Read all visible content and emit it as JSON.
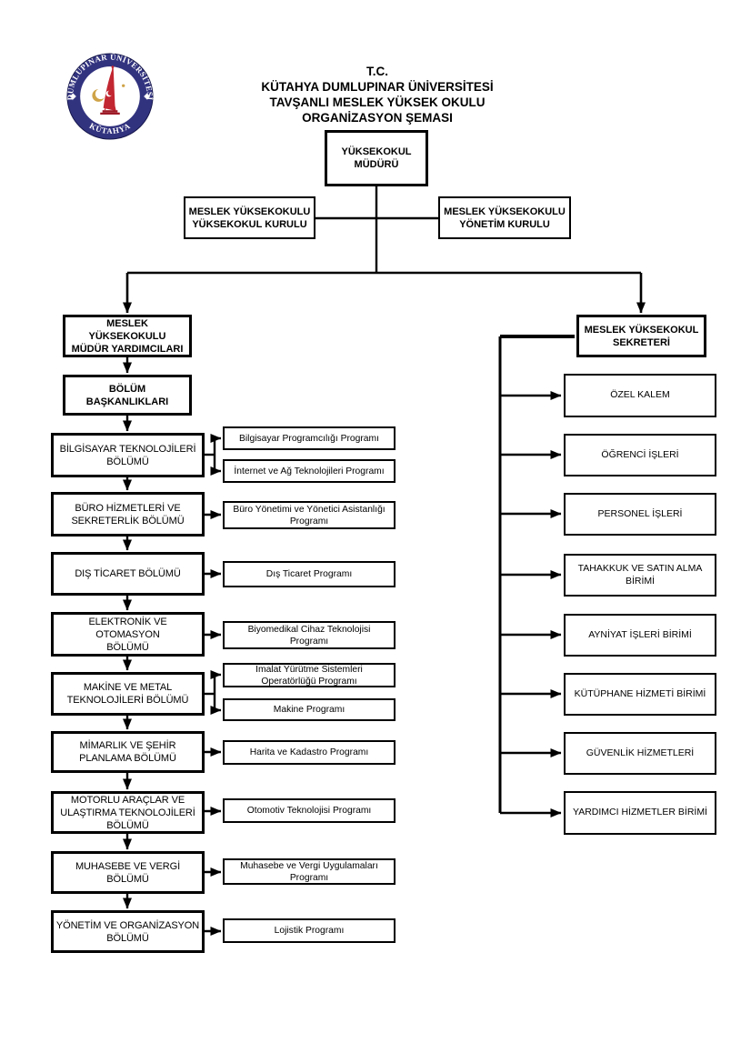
{
  "title": {
    "text": "T.C.\nKÜTAHYA DUMLUPINAR ÜNİVERSİTESİ\nTAVŞANLI MESLEK YÜKSEK OKULU\nORGANİZASYON ŞEMASI"
  },
  "logo": {
    "top_text": "DUMLUPINAR  ÜNİVERSİTESİ",
    "bottom_text": "KÜTAHYA",
    "colors": {
      "ring": "#32337f",
      "emblem_red": "#c22731",
      "base_red": "#9d1b27",
      "gold": "#cfa348"
    }
  },
  "nodes": {
    "director": "YÜKSEKOKUL\nMÜDÜRÜ",
    "school_board": "MESLEK YÜKSEKOKULU\nYÜKSEKOKUL KURULU",
    "management_board": "MESLEK YÜKSEKOKULU\nYÖNETİM KURULU",
    "deputy_directors": "MESLEK YÜKSEKOKULU\nMÜDÜR YARDIMCILARI",
    "department_heads": "BÖLÜM BAŞKANLIKLARI",
    "secretary": "MESLEK YÜKSEKOKUL\nSEKRETERİ"
  },
  "departments": [
    {
      "name": "BİLGİSAYAR TEKNOLOJİLERİ\nBÖLÜMÜ",
      "programs": [
        "Bilgisayar Programcılığı Programı",
        "İnternet ve Ağ Teknolojileri Programı"
      ]
    },
    {
      "name": "BÜRO HİZMETLERİ VE\nSEKRETERLİK BÖLÜMÜ",
      "programs": [
        "Büro Yönetimi ve Yönetici Asistanlığı\nProgramı"
      ]
    },
    {
      "name": "DIŞ TİCARET BÖLÜMÜ",
      "programs": [
        "Dış Ticaret Programı"
      ]
    },
    {
      "name": "ELEKTRONİK VE OTOMASYON\nBÖLÜMÜ",
      "programs": [
        "Biyomedikal Cihaz Teknolojisi\nProgramı"
      ]
    },
    {
      "name": "MAKİNE VE METAL\nTEKNOLOJİLERİ BÖLÜMÜ",
      "programs": [
        "İmalat Yürütme Sistemleri\nOperatörlüğü Programı",
        "Makine Programı"
      ]
    },
    {
      "name": "MİMARLIK VE ŞEHİR\nPLANLAMA BÖLÜMÜ",
      "programs": [
        "Harita ve Kadastro Programı"
      ]
    },
    {
      "name": "MOTORLU ARAÇLAR VE\nULAŞTIRMA TEKNOLOJİLERİ\nBÖLÜMÜ",
      "programs": [
        "Otomotiv Teknolojisi Programı"
      ]
    },
    {
      "name": "MUHASEBE VE VERGİ\nBÖLÜMÜ",
      "programs": [
        "Muhasebe ve Vergi Uygulamaları\nProgramı"
      ]
    },
    {
      "name": "YÖNETİM VE ORGANİZASYON\nBÖLÜMÜ",
      "programs": [
        "Lojistik Programı"
      ]
    }
  ],
  "admin_units": [
    "ÖZEL KALEM",
    "ÖĞRENCİ İŞLERİ",
    "PERSONEL İŞLERİ",
    "TAHAKKUK VE SATIN ALMA\nBİRİMİ",
    "AYNİYAT İŞLERİ BİRİMİ",
    "KÜTÜPHANE HİZMETİ BİRİMİ",
    "GÜVENLİK HİZMETLERİ",
    "YARDIMCI HİZMETLER BİRİMİ"
  ]
}
